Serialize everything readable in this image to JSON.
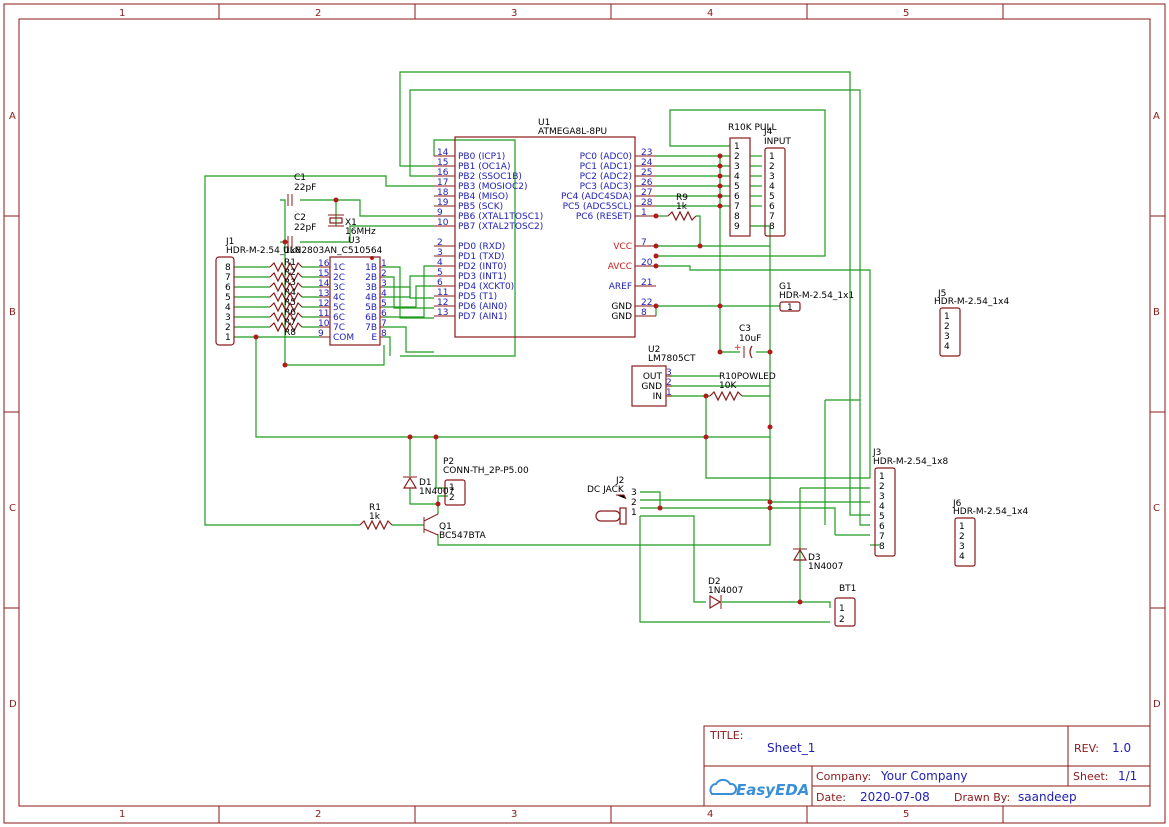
{
  "border": {
    "columns": [
      "1",
      "2",
      "3",
      "4",
      "5"
    ],
    "rows": [
      "A",
      "B",
      "C",
      "D"
    ]
  },
  "components": {
    "u1": {
      "ref": "U1",
      "value": "ATMEGA8L-8PU",
      "left_pins": [
        {
          "num": "14",
          "name": "PB0 (ICP1)"
        },
        {
          "num": "15",
          "name": "PB1 (OC1A)"
        },
        {
          "num": "16",
          "name": "PB2 (SSOC1B)"
        },
        {
          "num": "17",
          "name": "PB3 (MOSIOC2)"
        },
        {
          "num": "18",
          "name": "PB4 (MISO)"
        },
        {
          "num": "19",
          "name": "PB5 (SCK)"
        },
        {
          "num": "9",
          "name": "PB6 (XTAL1TOSC1)"
        },
        {
          "num": "10",
          "name": "PB7 (XTAL2TOSC2)"
        },
        {
          "num": "2",
          "name": "PD0 (RXD)"
        },
        {
          "num": "3",
          "name": "PD1 (TXD)"
        },
        {
          "num": "4",
          "name": "PD2 (INT0)"
        },
        {
          "num": "5",
          "name": "PD3 (INT1)"
        },
        {
          "num": "6",
          "name": "PD4 (XCKT0)"
        },
        {
          "num": "11",
          "name": "PD5 (T1)"
        },
        {
          "num": "12",
          "name": "PD6 (AIN0)"
        },
        {
          "num": "13",
          "name": "PD7 (AIN1)"
        }
      ],
      "right_pins": [
        {
          "num": "23",
          "name": "PC0 (ADC0)"
        },
        {
          "num": "24",
          "name": "PC1 (ADC1)"
        },
        {
          "num": "25",
          "name": "PC2 (ADC2)"
        },
        {
          "num": "26",
          "name": "PC3 (ADC3)"
        },
        {
          "num": "27",
          "name": "PC4 (ADC4SDA)"
        },
        {
          "num": "28",
          "name": "PC5 (ADC5SCL)"
        },
        {
          "num": "1",
          "name": "PC6 (RESET)"
        }
      ],
      "power_pins": [
        {
          "num": "7",
          "name": "VCC"
        },
        {
          "num": "20",
          "name": "AVCC"
        },
        {
          "num": "21",
          "name": "AREF"
        },
        {
          "num": "22",
          "name": "GND"
        },
        {
          "num": "8",
          "name": "GND"
        }
      ]
    },
    "u3": {
      "ref": "U3",
      "value": "ULN2803AN_C510564",
      "left": [
        {
          "num": "16",
          "name": "1C"
        },
        {
          "num": "15",
          "name": "2C"
        },
        {
          "num": "14",
          "name": "3C"
        },
        {
          "num": "13",
          "name": "4C"
        },
        {
          "num": "12",
          "name": "5C"
        },
        {
          "num": "11",
          "name": "6C"
        },
        {
          "num": "10",
          "name": "7C"
        },
        {
          "num": "9",
          "name": "COM"
        }
      ],
      "right": [
        {
          "num": "1",
          "name": "1B"
        },
        {
          "num": "2",
          "name": "2B"
        },
        {
          "num": "3",
          "name": "3B"
        },
        {
          "num": "4",
          "name": "4B"
        },
        {
          "num": "5",
          "name": "5B"
        },
        {
          "num": "6",
          "name": "6B"
        },
        {
          "num": "7",
          "name": "7B"
        },
        {
          "num": "8",
          "name": "E"
        }
      ]
    },
    "j1": {
      "ref": "J1",
      "value": "HDR-M-2.54_1x8",
      "pins": [
        "8",
        "7",
        "6",
        "5",
        "4",
        "3",
        "2",
        "1"
      ]
    },
    "c1": {
      "ref": "C1",
      "value": "22pF"
    },
    "c2": {
      "ref": "C2",
      "value": "22pF"
    },
    "x1": {
      "ref": "X1",
      "value": "16MHz"
    },
    "r_array": [
      "R1",
      "R2",
      "R3",
      "R4",
      "R5",
      "R6",
      "R7",
      "R8"
    ],
    "r10k": {
      "ref": "R10K PULL"
    },
    "j4": {
      "ref": "J4",
      "value": "INPUT",
      "pins": [
        "1",
        "2",
        "3",
        "4",
        "5",
        "6",
        "7",
        "8"
      ]
    },
    "r10k_pins": [
      "1",
      "2",
      "3",
      "4",
      "5",
      "6",
      "7",
      "8",
      "9"
    ],
    "r9": {
      "ref": "R9",
      "value": "1k"
    },
    "g1": {
      "ref": "G1",
      "value": "HDR-M-2.54_1x1",
      "pin": "1"
    },
    "j5": {
      "ref": "J5",
      "value": "HDR-M-2.54_1x4",
      "pins": [
        "1",
        "2",
        "3",
        "4"
      ]
    },
    "j6": {
      "ref": "J6",
      "value": "HDR-M-2.54_1x4",
      "pins": [
        "1",
        "2",
        "3",
        "4"
      ]
    },
    "c3": {
      "ref": "C3",
      "value": "10uF",
      "plus": "+"
    },
    "u2": {
      "ref": "U2",
      "value": "LM7805CT",
      "pins": [
        {
          "num": "3",
          "name": "OUT"
        },
        {
          "num": "2",
          "name": "GND"
        },
        {
          "num": "1",
          "name": "IN"
        }
      ]
    },
    "r10": {
      "ref": "R10POWLED",
      "value": "10K"
    },
    "p2": {
      "ref": "P2",
      "value": "CONN-TH_2P-P5.00",
      "pins": [
        "1",
        "2"
      ]
    },
    "d1": {
      "ref": "D1",
      "value": "1N4007"
    },
    "r1": {
      "ref": "R1",
      "value": "1k"
    },
    "q1": {
      "ref": "Q1",
      "value": "BC547BTA"
    },
    "j2": {
      "ref": "J2",
      "value": "DC JACK",
      "pins": [
        "3",
        "2",
        "1"
      ]
    },
    "j3": {
      "ref": "J3",
      "value": "HDR-M-2.54_1x8",
      "pins": [
        "1",
        "2",
        "3",
        "4",
        "5",
        "6",
        "7",
        "8"
      ]
    },
    "d2": {
      "ref": "D2",
      "value": "1N4007"
    },
    "d3": {
      "ref": "D3",
      "value": "1N4007"
    },
    "bt1": {
      "ref": "BT1",
      "pins": [
        "1",
        "2"
      ]
    }
  },
  "title_block": {
    "title_label": "TITLE:",
    "title": "Sheet_1",
    "rev_label": "REV:",
    "rev": "1.0",
    "company_label": "Company:",
    "company": "Your Company",
    "sheet_label": "Sheet:",
    "sheet": "1/1",
    "date_label": "Date:",
    "date": "2020-07-08",
    "drawn_label": "Drawn By:",
    "drawn": "saandeep",
    "logo": "EasyEDA"
  }
}
